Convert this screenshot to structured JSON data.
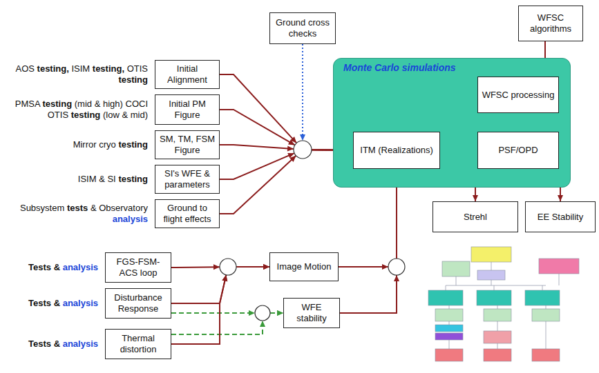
{
  "diagram": {
    "nodes": [
      {
        "text": [
          "Ground cross checks"
        ]
      },
      {
        "text": [
          "WFSC algorithms"
        ]
      },
      {
        "text": [
          "Initial Alignment"
        ]
      },
      {
        "text": [
          "Initial PM Figure"
        ]
      },
      {
        "text": [
          "SM, TM, FSM Figure"
        ]
      },
      {
        "text": [
          "SI's WFE & parameters"
        ]
      },
      {
        "text": [
          "Ground to flight effects"
        ]
      },
      {
        "text": [
          "Monte Carlo simulations"
        ]
      },
      {
        "text": [
          "WFSC processing"
        ],
        "in": 7
      },
      {
        "text": [
          "ITM (Realizations)"
        ],
        "in": 7
      },
      {
        "text": [
          "PSF/OPD"
        ],
        "in": 7
      },
      {
        "text": [
          "Strehl"
        ]
      },
      {
        "text": [
          "EE Stability"
        ]
      },
      {
        "text": [
          "FGS-FSM-ACS loop"
        ]
      },
      {
        "text": [
          "Disturbance Response"
        ]
      },
      {
        "text": [
          "Image Motion"
        ]
      },
      {
        "text": [
          "Thermal distortion"
        ]
      },
      {
        "text": [
          "WFE stability"
        ]
      }
    ],
    "edges": [
      {
        "from": 0,
        "to": 9,
        "arrow": "to"
      },
      {
        "from": 2,
        "to": 9,
        "arrow": "to"
      },
      {
        "from": 3,
        "to": 9,
        "arrow": "to"
      },
      {
        "from": 4,
        "to": 9,
        "arrow": "to"
      },
      {
        "from": 5,
        "to": 9,
        "arrow": "to"
      },
      {
        "from": 6,
        "to": 9,
        "arrow": "to"
      },
      {
        "from": 1,
        "to": 8,
        "arrow": "to"
      },
      {
        "from": 8,
        "to": 9,
        "arrow": "to"
      },
      {
        "from": 9,
        "to": 10,
        "arrow": "to"
      },
      {
        "from": 10,
        "to": 8,
        "arrow": "to"
      },
      {
        "from": 10,
        "to": 11,
        "arrow": "to"
      },
      {
        "from": 10,
        "to": 12,
        "arrow": "to"
      },
      {
        "from": 13,
        "to": 15,
        "arrow": "to"
      },
      {
        "from": 14,
        "to": 15,
        "arrow": "to"
      },
      {
        "from": 16,
        "to": 15,
        "arrow": "to"
      },
      {
        "from": 14,
        "to": 17,
        "arrow": "to"
      },
      {
        "from": 16,
        "to": 17,
        "arrow": "to"
      },
      {
        "from": 15,
        "to": 9,
        "arrow": "to"
      },
      {
        "from": 17,
        "to": 9,
        "arrow": "to"
      }
    ],
    "labels": [
      "AOS testing, ISIM testing, OTIS testing",
      "PMSA testing (mid & high) COCI OTIS testing (low & mid)",
      "Mirror cryo testing",
      "ISIM & SI testing",
      "Subsystem tests & Observatory analysis",
      "Tests & analysis",
      "Tests & analysis",
      "Tests & analysis"
    ]
  }
}
